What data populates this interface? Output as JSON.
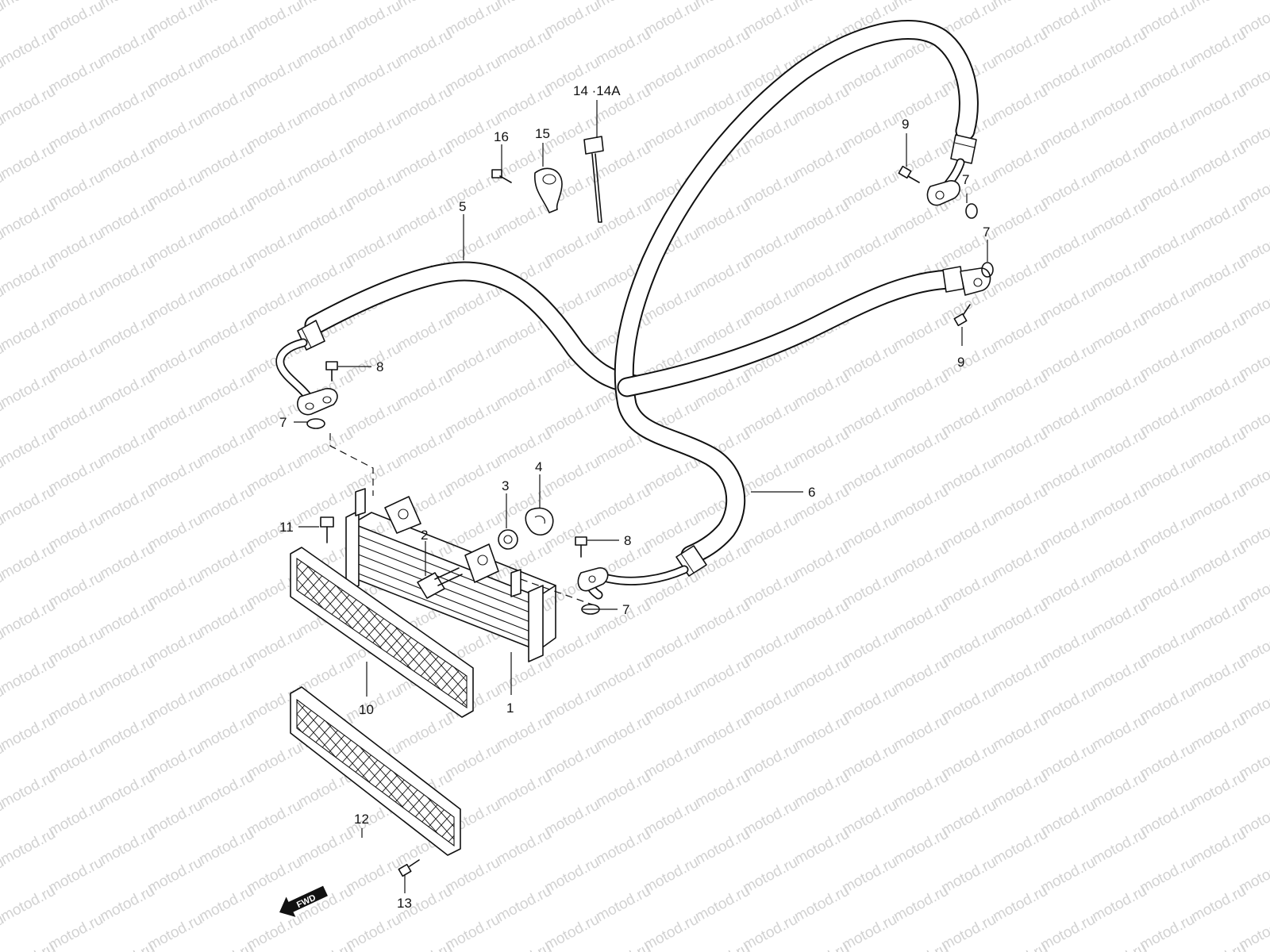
{
  "watermark": {
    "text": "motod.ru"
  },
  "direction_badge": {
    "label": "FWD"
  },
  "parts": {
    "p1": "1",
    "p2": "2",
    "p3": "3",
    "p4": "4",
    "p5": "5",
    "p6": "6",
    "p7": "7",
    "p8": "8",
    "p9": "9",
    "p10": "10",
    "p11": "11",
    "p12": "12",
    "p13": "13",
    "p14": "14 ·14A",
    "p15": "15",
    "p16": "16"
  },
  "colors": {
    "line": "#111111",
    "background": "#ffffff",
    "watermark": "#d2d2d2"
  }
}
